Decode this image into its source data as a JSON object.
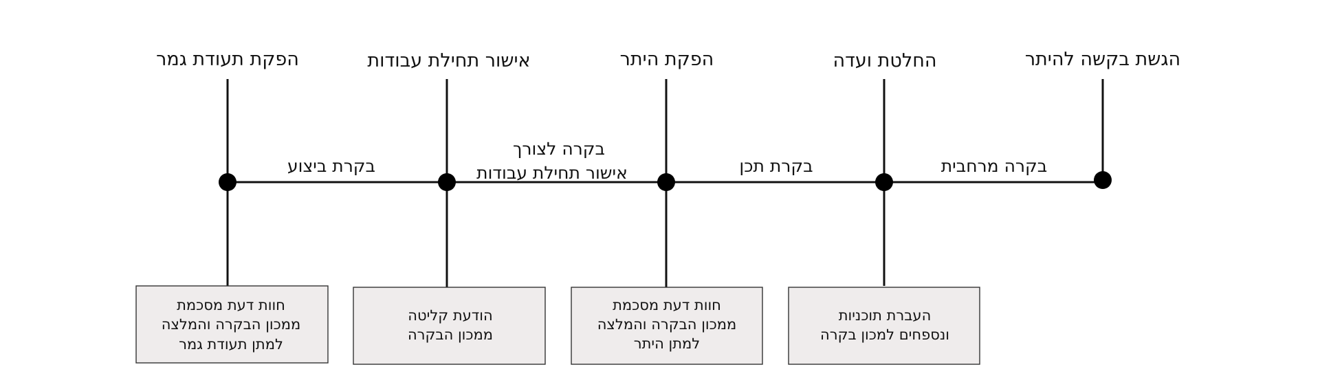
{
  "milestones": [
    {
      "id": "m1",
      "title": "הגשת בקשה להיתר"
    },
    {
      "id": "m2",
      "title": "החלטת ועדה"
    },
    {
      "id": "m3",
      "title": "הפקת היתר"
    },
    {
      "id": "m4",
      "title": "אישור תחילת עבודות"
    },
    {
      "id": "m5",
      "title": "הפקת תעודת גמר"
    }
  ],
  "segments": [
    {
      "id": "s1",
      "lines": [
        "בקרה מרחבית"
      ]
    },
    {
      "id": "s2",
      "lines": [
        "בקרת תכן"
      ]
    },
    {
      "id": "s3",
      "lines": [
        "בקרה לצורך",
        "אישור תחילת עבודות"
      ]
    },
    {
      "id": "s4",
      "lines": [
        "בקרת ביצוע"
      ]
    }
  ],
  "boxes": [
    {
      "id": "b2",
      "lines": [
        "העברת תוכניות",
        "ונספחים למכון בקרה"
      ]
    },
    {
      "id": "b3",
      "lines": [
        "חוות דעת מסכמת",
        "ממכון הבקרה והמלצה",
        "למתן היתר"
      ]
    },
    {
      "id": "b4",
      "lines": [
        "הודעת קליטה",
        "ממכון הבקרה"
      ]
    },
    {
      "id": "b5",
      "lines": [
        "חוות דעת מסכמת",
        "ממכון הבקרה והמלצה",
        "למתן תעודת גמר"
      ]
    }
  ]
}
